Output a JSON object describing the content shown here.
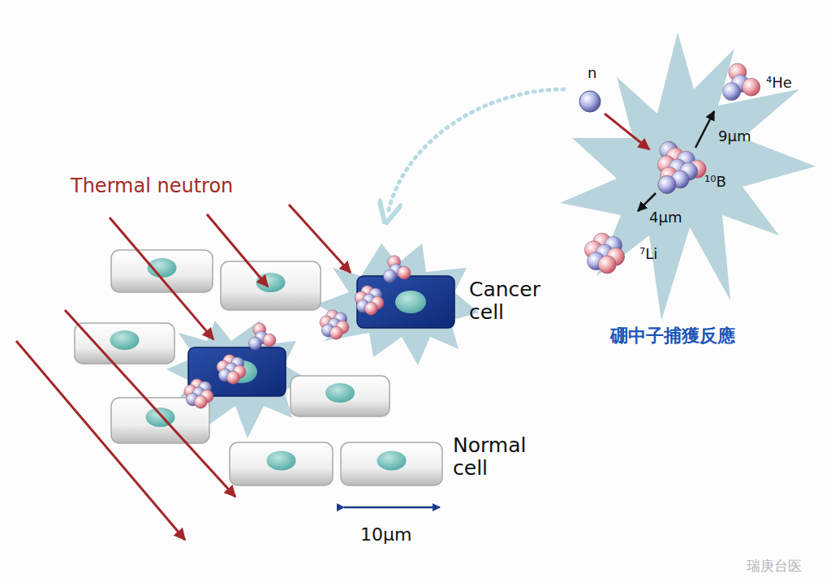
{
  "diagram": {
    "labels": [
      "Thermal neutron",
      "Cancer cell",
      "Normal cell",
      "10μm",
      "n",
      "⁴He",
      "9μm",
      "¹⁰B",
      "4μm",
      "⁷Li",
      "硼中子捕獲反應",
      "瑞庚台医"
    ]
  }
}
